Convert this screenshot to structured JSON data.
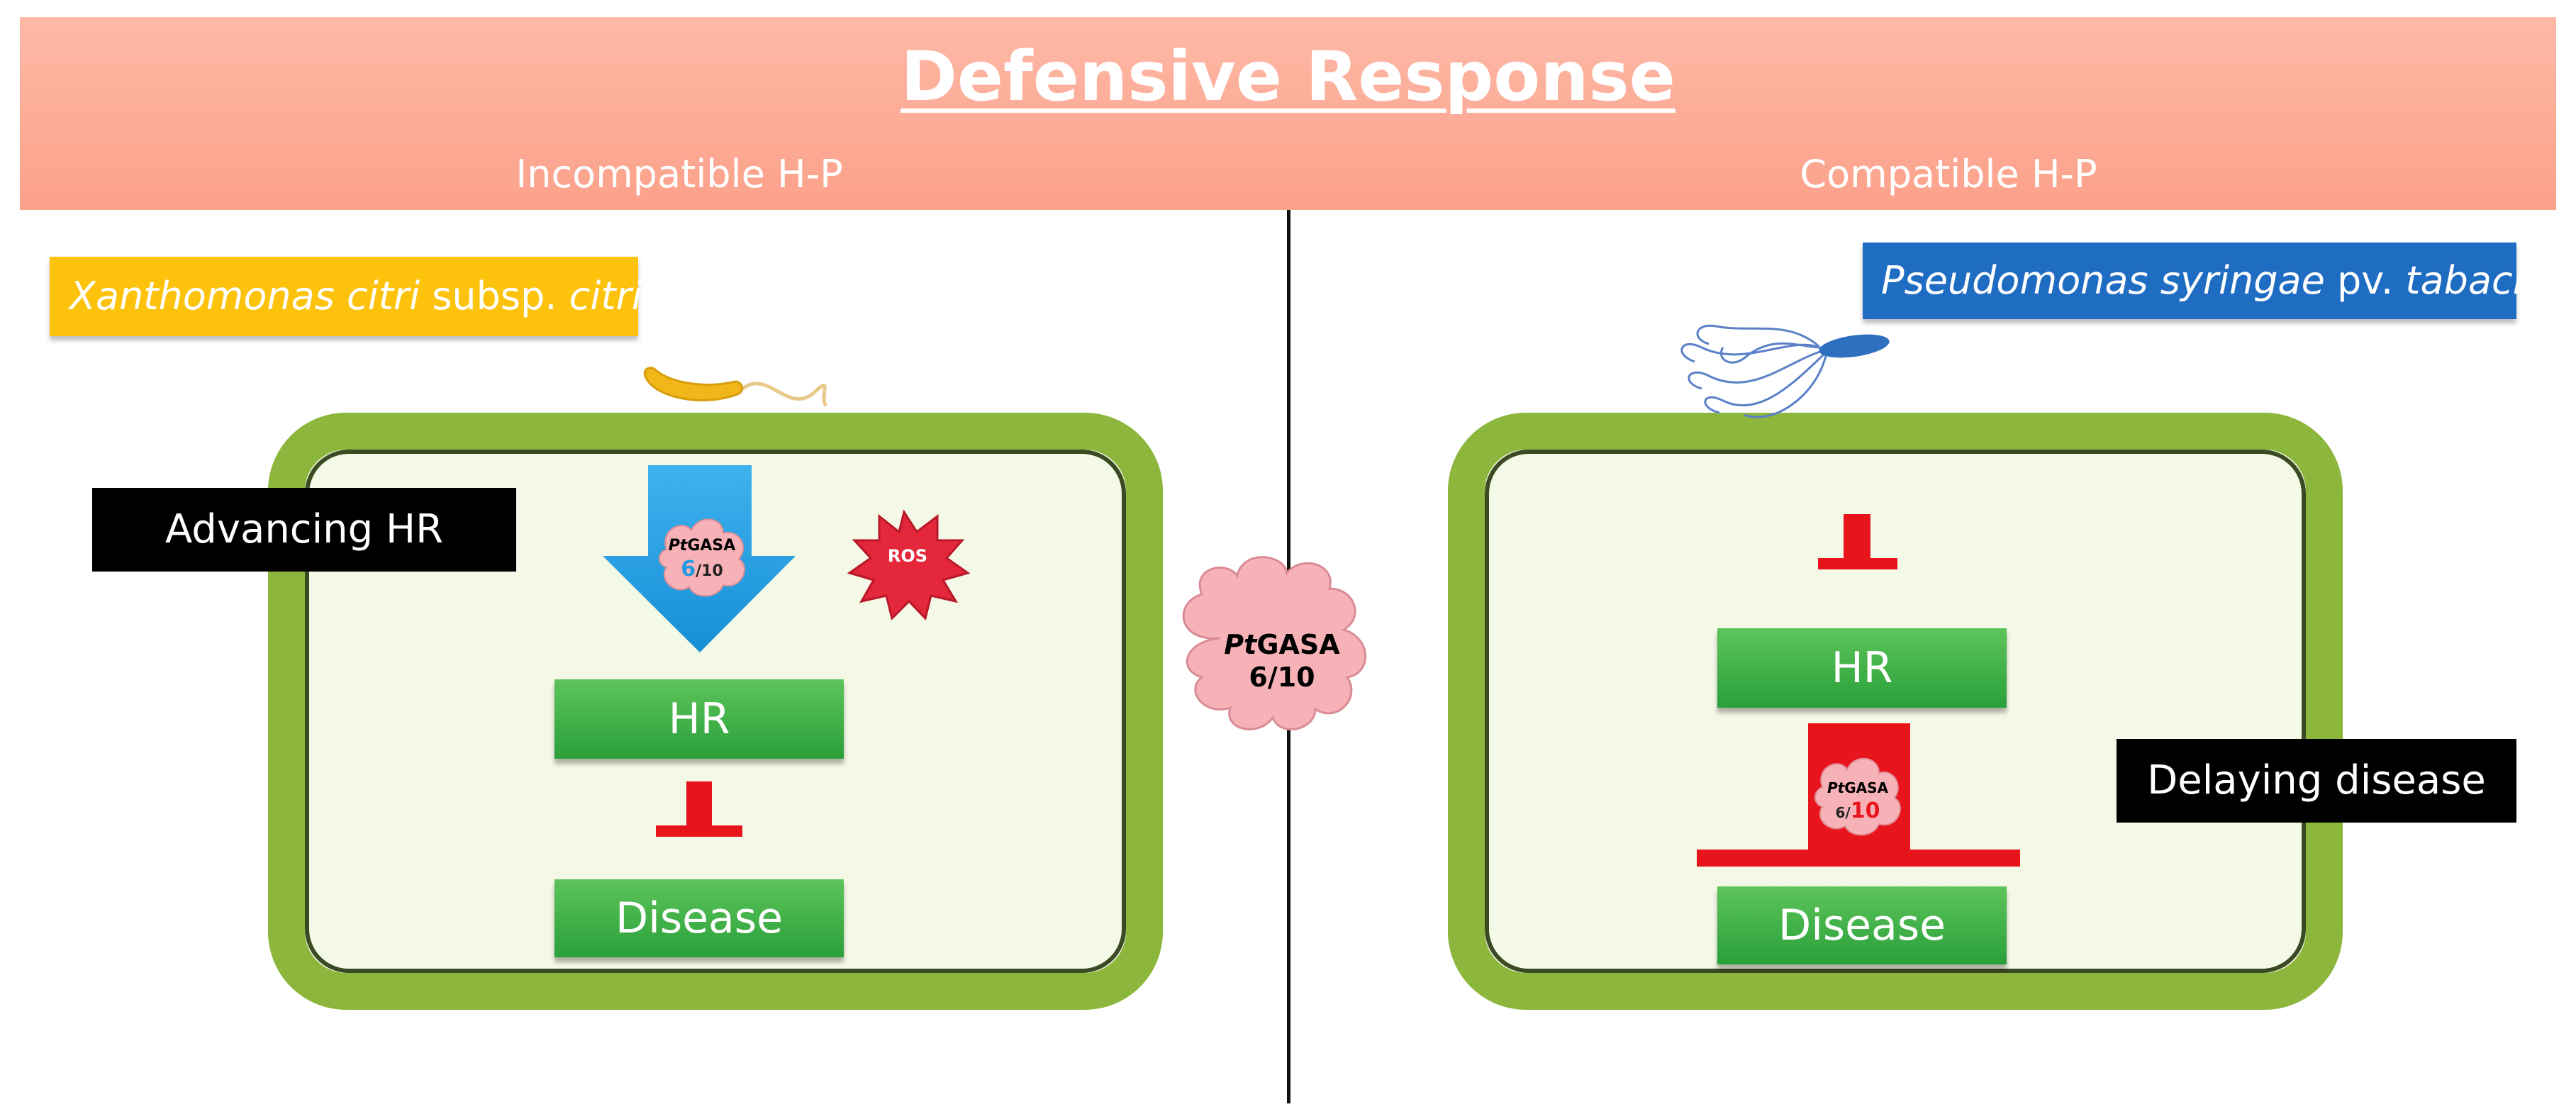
{
  "header": {
    "title": "Defensive Response",
    "left_label": "Incompatible H-P",
    "right_label": "Compatible H-P"
  },
  "pathogens": {
    "left": {
      "italic_part1": "Xanthomonas citri",
      "normal_part": " subsp. ",
      "italic_part2": "citri"
    },
    "right": {
      "italic_part1": "Pseudomonas syringae",
      "normal_part": " pv. ",
      "italic_part2": "tabaci"
    }
  },
  "labels": {
    "advancing": "Advancing HR",
    "delaying": "Delaying disease"
  },
  "left_cell": {
    "hr": "HR",
    "disease": "Disease",
    "ros": "ROS",
    "gasa_italic": "Pt",
    "gasa_rest": "GASA",
    "gasa_highlight": "6",
    "gasa_tail": "/10"
  },
  "right_cell": {
    "hr": "HR",
    "disease": "Disease",
    "gasa_italic": "Pt",
    "gasa_rest": "GASA",
    "gasa_lead": "6/",
    "gasa_highlight": "10"
  },
  "center_protein": {
    "italic": "Pt",
    "rest": "GASA",
    "numbers": "6/10"
  },
  "colors": {
    "header_top": "#fdb9a6",
    "header_bottom": "#fca18a",
    "cell_wall": "#8db63c",
    "cell_fill": "#f4f8e6",
    "green_box": "#2aa03a",
    "inhibit_red": "#e8141b",
    "arrow_blue": "#1e9be0",
    "protein_pink": "#f7b2b8",
    "xanthomonas_yellow": "#fcc20c",
    "pseudomonas_blue": "#1f6cc3",
    "gasa6_blue": "#1e9be0",
    "gasa10_red": "#e8141b"
  }
}
